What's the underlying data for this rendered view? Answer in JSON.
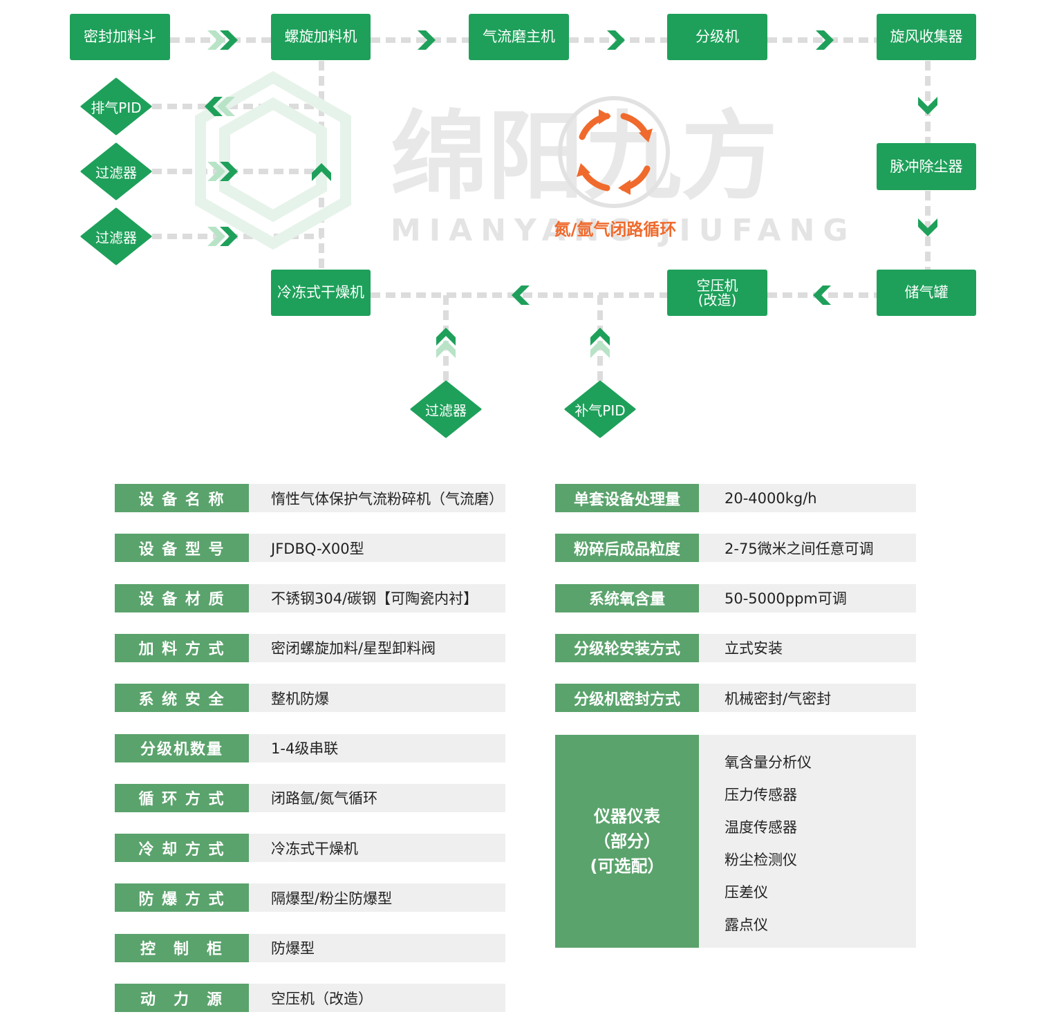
{
  "flow": {
    "row1": [
      "密封加料斗",
      "螺旋加料机",
      "气流磨主机",
      "分级机",
      "旋风收集器"
    ],
    "right_col": [
      "脉冲除尘器",
      "储气罐"
    ],
    "bottom_row": [
      "冷冻式干燥机",
      "空压机",
      "(改造)"
    ],
    "left_diamonds": [
      "排气PID",
      "过滤器",
      "过滤器"
    ],
    "bottom_diamonds": [
      "过滤器",
      "补气PID"
    ],
    "center_caption": "氮/氩气闭路循环",
    "colors": {
      "box": "#1ea05a",
      "line": "#dddddd",
      "arrow": "#1ea05a",
      "accent": "#ef6a2c"
    }
  },
  "specs_left": [
    {
      "k": "设 备 名 称",
      "v": "惰性气体保护气流粉碎机（气流磨）"
    },
    {
      "k": "设 备 型 号",
      "v": "JFDBQ-X00型"
    },
    {
      "k": "设 备 材 质",
      "v": "不锈钢304/碳钢【可陶瓷内衬】"
    },
    {
      "k": "加 料 方 式",
      "v": "密闭螺旋加料/星型卸料阀"
    },
    {
      "k": "系 统 安 全",
      "v": "整机防爆"
    },
    {
      "k": "分级机数量",
      "v": "1-4级串联"
    },
    {
      "k": "循 环 方 式",
      "v": "闭路氩/氮气循环"
    },
    {
      "k": "冷 却 方 式",
      "v": "冷冻式干燥机"
    },
    {
      "k": "防 爆 方 式",
      "v": "隔爆型/粉尘防爆型"
    },
    {
      "k": "控　制　柜",
      "v": "防爆型"
    },
    {
      "k": "动　力　源",
      "v": "空压机（改造）"
    }
  ],
  "specs_right": [
    {
      "k": "单套设备处理量",
      "v": "20-4000kg/h"
    },
    {
      "k": "粉碎后成品粒度",
      "v": "2-75微米之间任意可调"
    },
    {
      "k": "系统氧含量",
      "v": "50-5000ppm可调"
    },
    {
      "k": "分级轮安装方式",
      "v": "立式安装"
    },
    {
      "k": "分级机密封方式",
      "v": "机械密封/气密封"
    }
  ],
  "instruments": {
    "label": [
      "仪器仪表",
      "（部分）",
      "(可选配）"
    ],
    "items": [
      "氧含量分析仪",
      "压力传感器",
      "温度传感器",
      "粉尘检测仪",
      "压差仪",
      "露点仪"
    ]
  }
}
